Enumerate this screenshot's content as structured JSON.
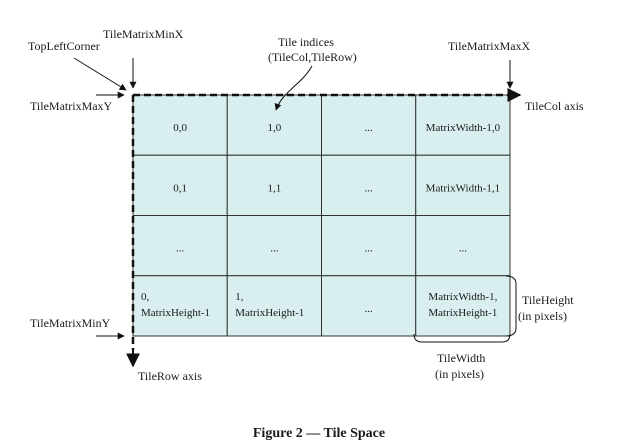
{
  "labels": {
    "top_left_corner": "TopLeftCorner",
    "tile_matrix_min_x": "TileMatrixMinX",
    "tile_indices_line1": "Tile indices",
    "tile_indices_line2": "(TileCol,TileRow)",
    "tile_matrix_max_x": "TileMatrixMaxX",
    "tile_matrix_max_y": "TileMatrixMaxY",
    "tile_col_axis": "TileCol axis",
    "tile_matrix_min_y": "TileMatrixMinY",
    "tile_row_axis": "TileRow axis",
    "tile_height_line1": "TileHeight",
    "tile_height_line2": "(in pixels)",
    "tile_width_line1": "TileWidth",
    "tile_width_line2": "(in pixels)"
  },
  "grid": {
    "rows": [
      [
        [
          "0,0"
        ],
        [
          "1,0"
        ],
        [
          "..."
        ],
        [
          "MatrixWidth-1,0"
        ]
      ],
      [
        [
          "0,1"
        ],
        [
          "1,1"
        ],
        [
          "..."
        ],
        [
          "MatrixWidth-1,1"
        ]
      ],
      [
        [
          "..."
        ],
        [
          "..."
        ],
        [
          "..."
        ],
        [
          "..."
        ]
      ],
      [
        [
          "0,",
          "MatrixHeight-1"
        ],
        [
          "1,",
          "MatrixHeight-1"
        ],
        [
          "..."
        ],
        [
          "MatrixWidth-1,",
          "MatrixHeight-1"
        ]
      ]
    ]
  },
  "caption": "Figure 2 — Tile Space",
  "colors": {
    "cell_fill": "#d8eeef",
    "grid_line": "#333333",
    "axis": "#111111"
  }
}
